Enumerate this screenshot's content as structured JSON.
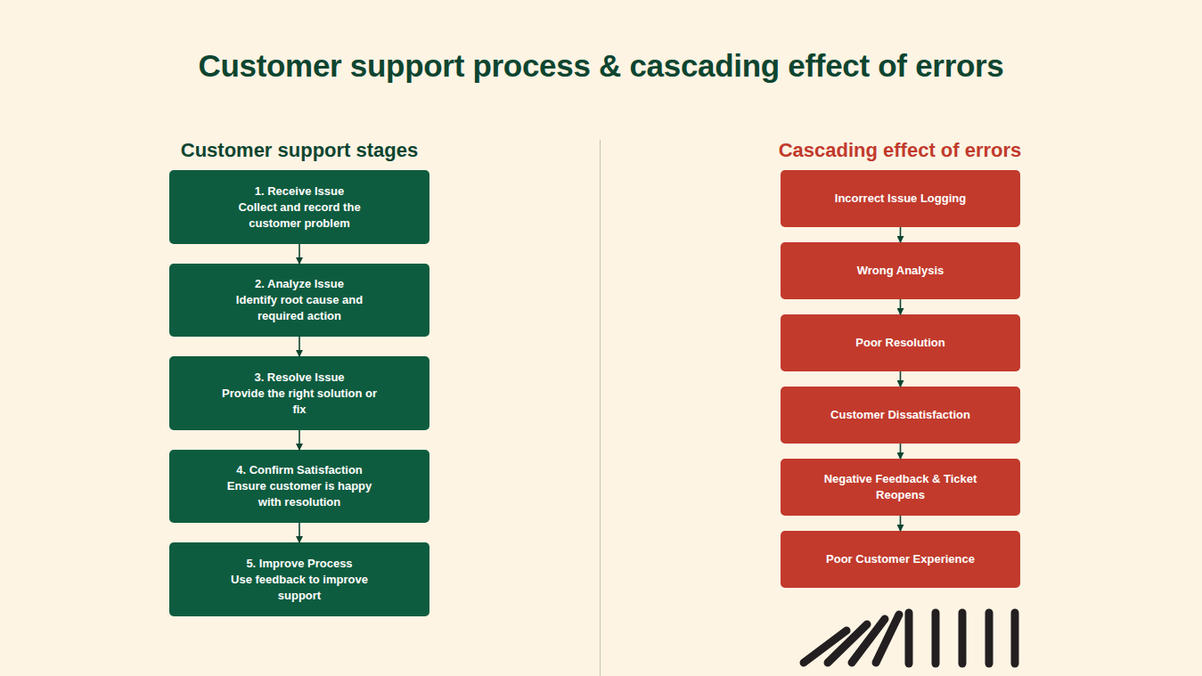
{
  "diagram": {
    "title": "Customer support process & cascading effect of errors",
    "nodes": [
      {
        "text": [
          "1. Receive Issue",
          "Collect and record the customer problem"
        ]
      },
      {
        "text": [
          "2. Analyze Issue",
          "Identify root cause and required action"
        ]
      },
      {
        "text": [
          "3. Resolve Issue",
          "Provide the right solution or fix"
        ]
      },
      {
        "text": [
          "4. Confirm Satisfaction",
          "Ensure customer is happy with resolution"
        ]
      },
      {
        "text": [
          "5. Improve Process",
          "Use feedback to improve support"
        ]
      },
      {
        "text": [
          "Incorrect Issue Logging"
        ]
      },
      {
        "text": [
          "Wrong Analysis"
        ]
      },
      {
        "text": [
          "Poor Resolution"
        ]
      },
      {
        "text": [
          "Customer Dissatisfaction"
        ]
      },
      {
        "text": [
          "Negative Feedback & Ticket Reopens"
        ]
      },
      {
        "text": [
          "Poor Customer Experience"
        ]
      }
    ],
    "edges": [
      {
        "from": 0,
        "to": 1,
        "arrow": "to"
      },
      {
        "from": 1,
        "to": 2,
        "arrow": "to"
      },
      {
        "from": 2,
        "to": 3,
        "arrow": "to"
      },
      {
        "from": 3,
        "to": 4,
        "arrow": "to"
      },
      {
        "from": 5,
        "to": 6,
        "arrow": "to"
      },
      {
        "from": 6,
        "to": 7,
        "arrow": "to"
      },
      {
        "from": 7,
        "to": 8,
        "arrow": "to"
      },
      {
        "from": 8,
        "to": 9,
        "arrow": "to"
      },
      {
        "from": 9,
        "to": 10,
        "arrow": "to"
      }
    ],
    "labels": [
      "Customer support stages",
      "Cascading effect of errors"
    ]
  }
}
